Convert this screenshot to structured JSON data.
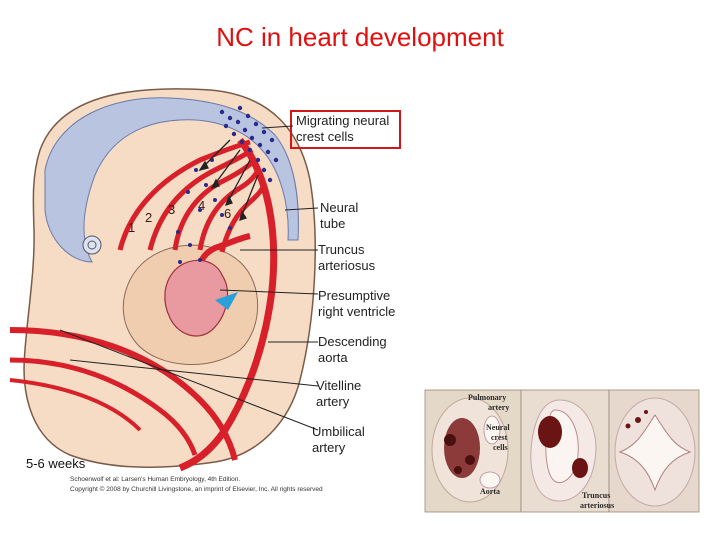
{
  "title": "NC in heart development",
  "labels": {
    "migrating_line1": "Migrating neural",
    "migrating_line2": "crest cells",
    "neural_tube_line1": "Neural",
    "neural_tube_line2": "tube",
    "truncus_line1": "Truncus",
    "truncus_line2": "arteriosus",
    "presumptive_line1": "Presumptive",
    "presumptive_line2": "right ventricle",
    "descending_line1": "Descending",
    "descending_line2": "aorta",
    "vitelline_line1": "Vitelline",
    "vitelline_line2": "artery",
    "umbilical_line1": "Umbilical",
    "umbilical_line2": "artery"
  },
  "arch_numbers": [
    "1",
    "2",
    "3",
    "4",
    "6"
  ],
  "weeks": "5-6 weeks",
  "footnote_line1": "Schoenwolf et al: Larsen's Human Embryology, 4th Edition.",
  "footnote_line2": "Copyright © 2008 by Churchill Livingstone, an imprint of Elsevier, Inc. All rights reserved",
  "micrograph_labels": {
    "pulmonary_line1": "Pulmonary",
    "pulmonary_line2": "artery",
    "neural_crest_line1": "Neural",
    "neural_crest_line2": "crest",
    "neural_crest_line3": "cells",
    "aorta": "Aorta",
    "truncus_line1": "Truncus",
    "truncus_line2": "arteriosus"
  },
  "colors": {
    "title": "#e01010",
    "artery_red": "#d8202a",
    "neural_blue": "#b8c4e0",
    "nc_dots": "#2a2a8c",
    "embryo_tan": "#f6dcc4",
    "highlight_box": "#d01818"
  }
}
